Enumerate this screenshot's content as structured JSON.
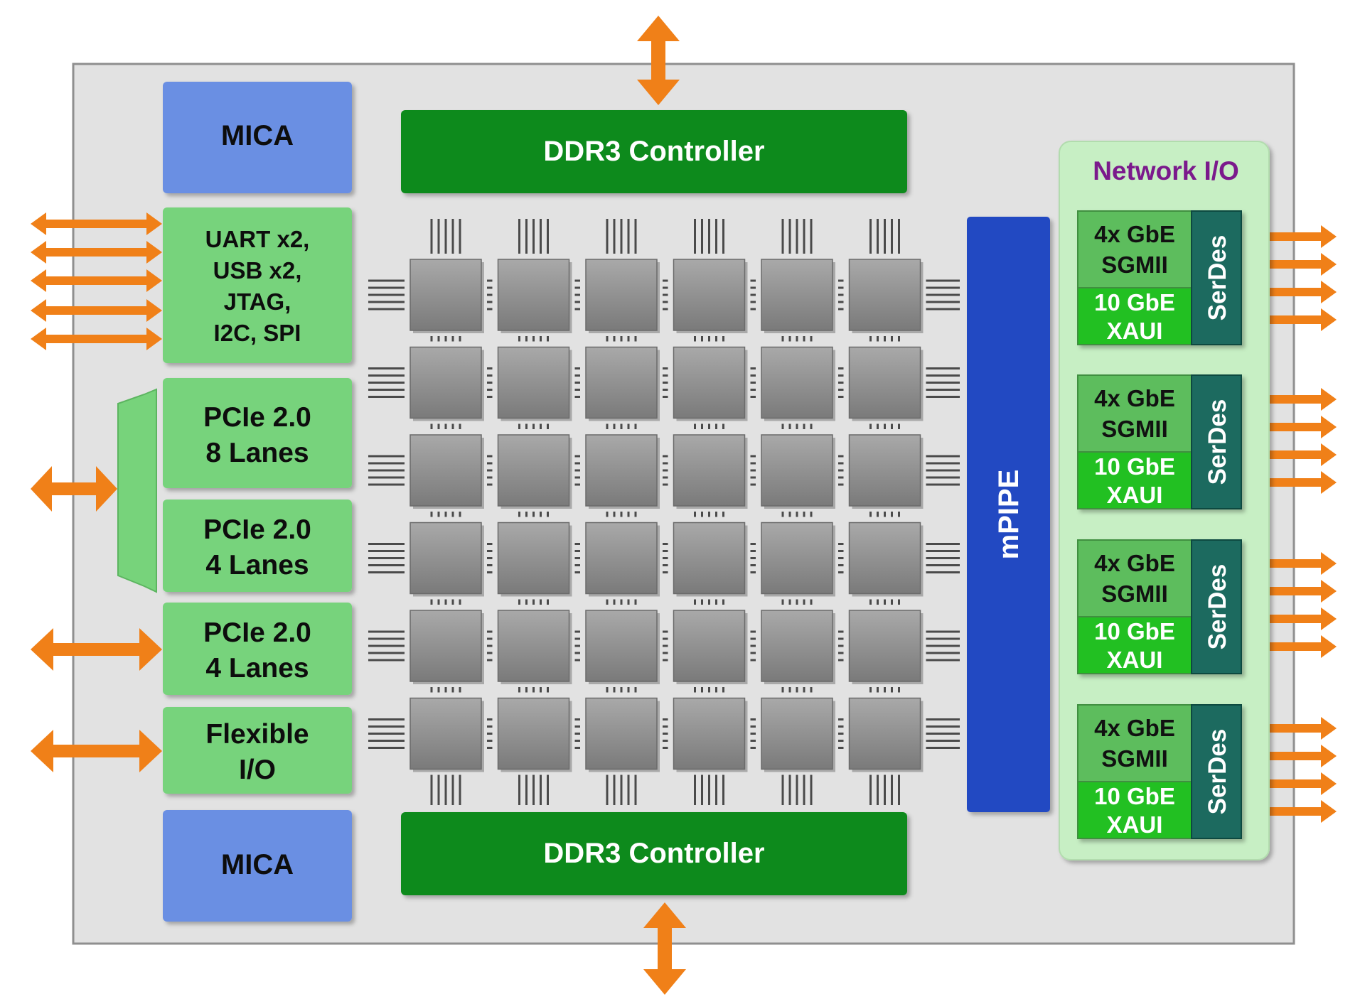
{
  "colors": {
    "chip_bg": "#e2e2e2",
    "chip_border": "#8f8f8f",
    "mica": "#6b8fe3",
    "io_green": "#77d37b",
    "ddr_green": "#0e8a1c",
    "mpipe_blue": "#2348c2",
    "network_panel": "#c7efc4",
    "sgmii_green": "#5dbd5d",
    "xaui_green": "#20c020",
    "serdes_teal": "#1b6a5f",
    "tile_gray": "#8c8c8c",
    "arrow_orange": "#f08018",
    "network_title": "#7b1a8c"
  },
  "left_blocks": {
    "mica_top": "MICA",
    "uart_lines": [
      "UART x2,",
      "USB x2,",
      "JTAG,",
      "I2C, SPI"
    ],
    "pcie_8_lines": [
      "PCIe 2.0",
      "8 Lanes"
    ],
    "pcie_4a_lines": [
      "PCIe 2.0",
      "4 Lanes"
    ],
    "pcie_4b_lines": [
      "PCIe 2.0",
      "4 Lanes"
    ],
    "flexible_lines": [
      "Flexible",
      "I/O"
    ],
    "mica_bottom": "MICA"
  },
  "ddr_top": "DDR3 Controller",
  "ddr_bottom": "DDR3 Controller",
  "mpipe": "mPIPE",
  "tile_grid": {
    "rows": 6,
    "cols": 6
  },
  "network": {
    "title": "Network I/O",
    "ports": [
      {
        "gbe": "4x GbE",
        "sgmii": "SGMII",
        "xgbe": "10 GbE",
        "xaui": "XAUI",
        "serdes": "SerDes"
      },
      {
        "gbe": "4x GbE",
        "sgmii": "SGMII",
        "xgbe": "10 GbE",
        "xaui": "XAUI",
        "serdes": "SerDes"
      },
      {
        "gbe": "4x GbE",
        "sgmii": "SGMII",
        "xgbe": "10 GbE",
        "xaui": "XAUI",
        "serdes": "SerDes"
      },
      {
        "gbe": "4x GbE",
        "sgmii": "SGMII",
        "xgbe": "10 GbE",
        "xaui": "XAUI",
        "serdes": "SerDes"
      }
    ]
  }
}
